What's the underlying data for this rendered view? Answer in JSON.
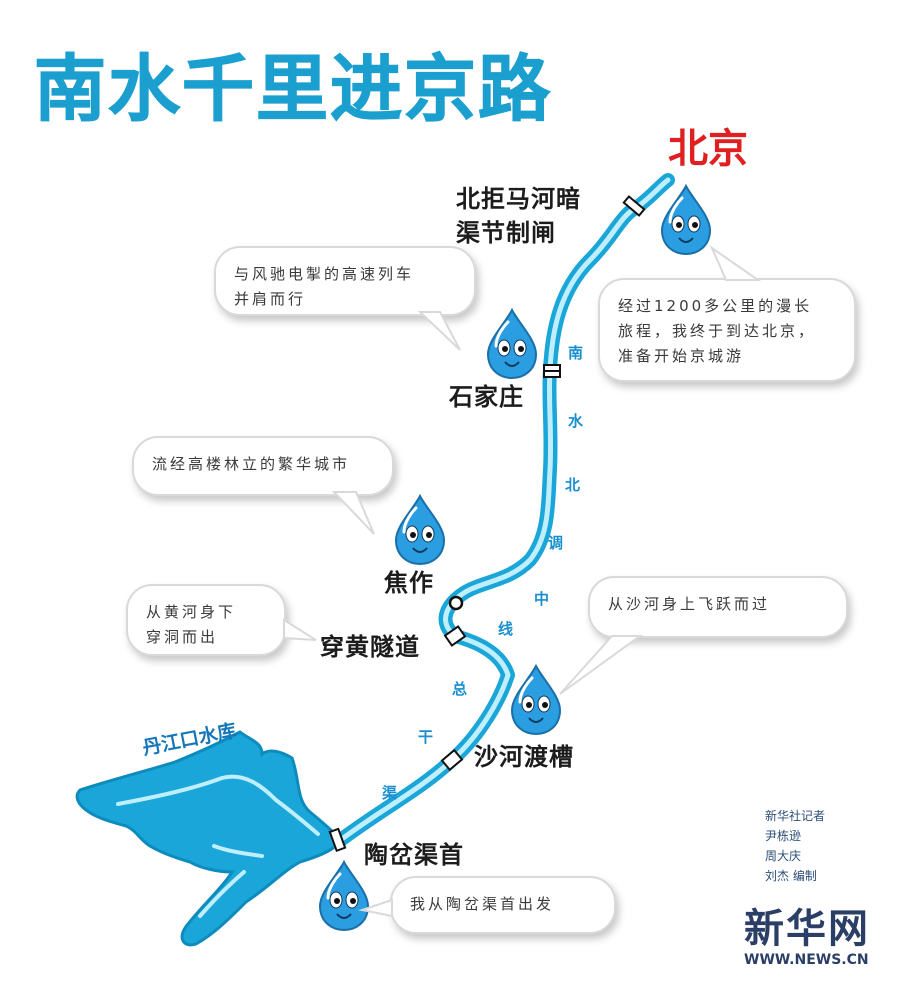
{
  "title": "南水千里进京路",
  "destination": "北京",
  "route_label_chars": [
    "南",
    "水",
    "北",
    "调",
    "中",
    "线",
    "总",
    "干",
    "渠"
  ],
  "reservoir_label": "丹江口水库",
  "stations": [
    {
      "id": "beijumahe",
      "lines": [
        "北拒马河暗",
        "渠节制闸"
      ]
    },
    {
      "id": "shijiazhuang",
      "lines": [
        "石家庄"
      ]
    },
    {
      "id": "jiaozuo",
      "lines": [
        "焦作"
      ]
    },
    {
      "id": "chuanhuang",
      "lines": [
        "穿黄隧道"
      ]
    },
    {
      "id": "shahe",
      "lines": [
        "沙河渡槽"
      ]
    },
    {
      "id": "taocha",
      "lines": [
        "陶岔渠首"
      ]
    }
  ],
  "bubbles": [
    {
      "id": "gaotie",
      "lines": [
        "与风驰电掣的高速列车",
        "并肩而行"
      ]
    },
    {
      "id": "arrive",
      "lines": [
        "经过1200多公里的漫长",
        "旅程，我终于到达北京，",
        "准备开始京城游"
      ]
    },
    {
      "id": "city",
      "lines": [
        "流经高楼林立的繁华城市"
      ]
    },
    {
      "id": "tunnel",
      "lines": [
        "从黄河身下",
        "穿洞而出"
      ]
    },
    {
      "id": "aqueduct",
      "lines": [
        "从沙河身上飞跃而过"
      ]
    },
    {
      "id": "start",
      "lines": [
        "我从陶岔渠首出发"
      ]
    }
  ],
  "credits": [
    "新华社记者",
    "尹栋逊",
    "周大庆",
    "刘杰 编制"
  ],
  "logo": {
    "name": "新华网",
    "url": "WWW.NEWS.CN"
  },
  "colors": {
    "title": "#1b9fcf",
    "destination": "#e02020",
    "canal": "#1aa6d8",
    "canal_core": "#bfeeff",
    "droplet": "#2a9ee0"
  }
}
